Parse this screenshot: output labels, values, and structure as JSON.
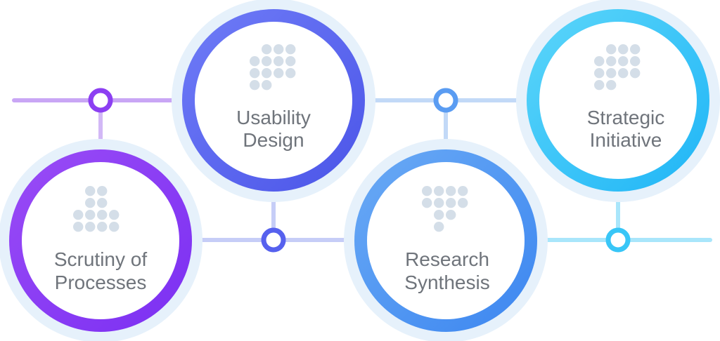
{
  "steps": [
    {
      "id": "scrutiny",
      "line1": "Scrutiny of",
      "line2": "Processes",
      "color_start": "#9a4cf6",
      "color_end": "#7b2ff2",
      "icon": "dot-grid-icon"
    },
    {
      "id": "usability",
      "line1": "Usability",
      "line2": "Design",
      "color_start": "#6f7cf7",
      "color_end": "#4b55e8",
      "icon": "dot-grid-icon"
    },
    {
      "id": "research",
      "line1": "Research",
      "line2": "Synthesis",
      "color_start": "#6aaaf5",
      "color_end": "#3c86f0",
      "icon": "dot-grid-icon"
    },
    {
      "id": "strategic",
      "line1": "Strategic",
      "line2": "Initiative",
      "color_start": "#5cd6fa",
      "color_end": "#1fb5f6",
      "icon": "dot-grid-icon"
    }
  ],
  "colors": {
    "halo": "#e6f1fb",
    "icon_dots": "#d4dee8",
    "label_text": "#6f747b",
    "connector_purple": "#c9a6f5",
    "connector_indigo": "#c6cdf7",
    "connector_blue": "#c2d9f7",
    "connector_cyan": "#a9e6fb",
    "node_purple": "#8c3ff2",
    "node_indigo": "#5661ee",
    "node_blue": "#5a9cf2",
    "node_cyan": "#38c6f7"
  }
}
